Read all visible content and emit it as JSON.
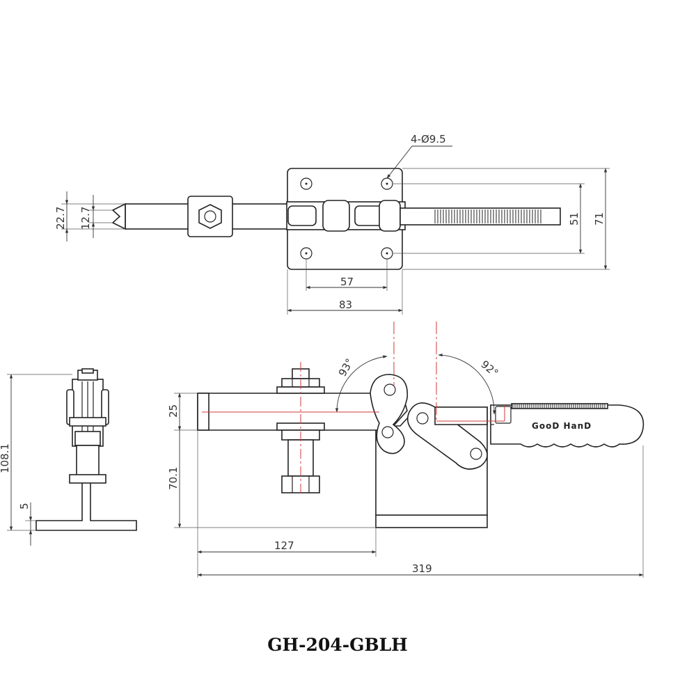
{
  "title": "GH-204-GBLH",
  "brand_label": "GooD HanD",
  "dimensions": {
    "holes": "4-Ø9.5",
    "width_22_7": "22.7",
    "width_12_7": "12.7",
    "base_57": "57",
    "base_83": "83",
    "height_51": "51",
    "height_71": "71",
    "angle_93": "93°",
    "angle_92": "92°",
    "h_25": "25",
    "h_70_1": "70.1",
    "len_127": "127",
    "len_319": "319",
    "total_108_1": "108.1",
    "thick_5": "5"
  }
}
